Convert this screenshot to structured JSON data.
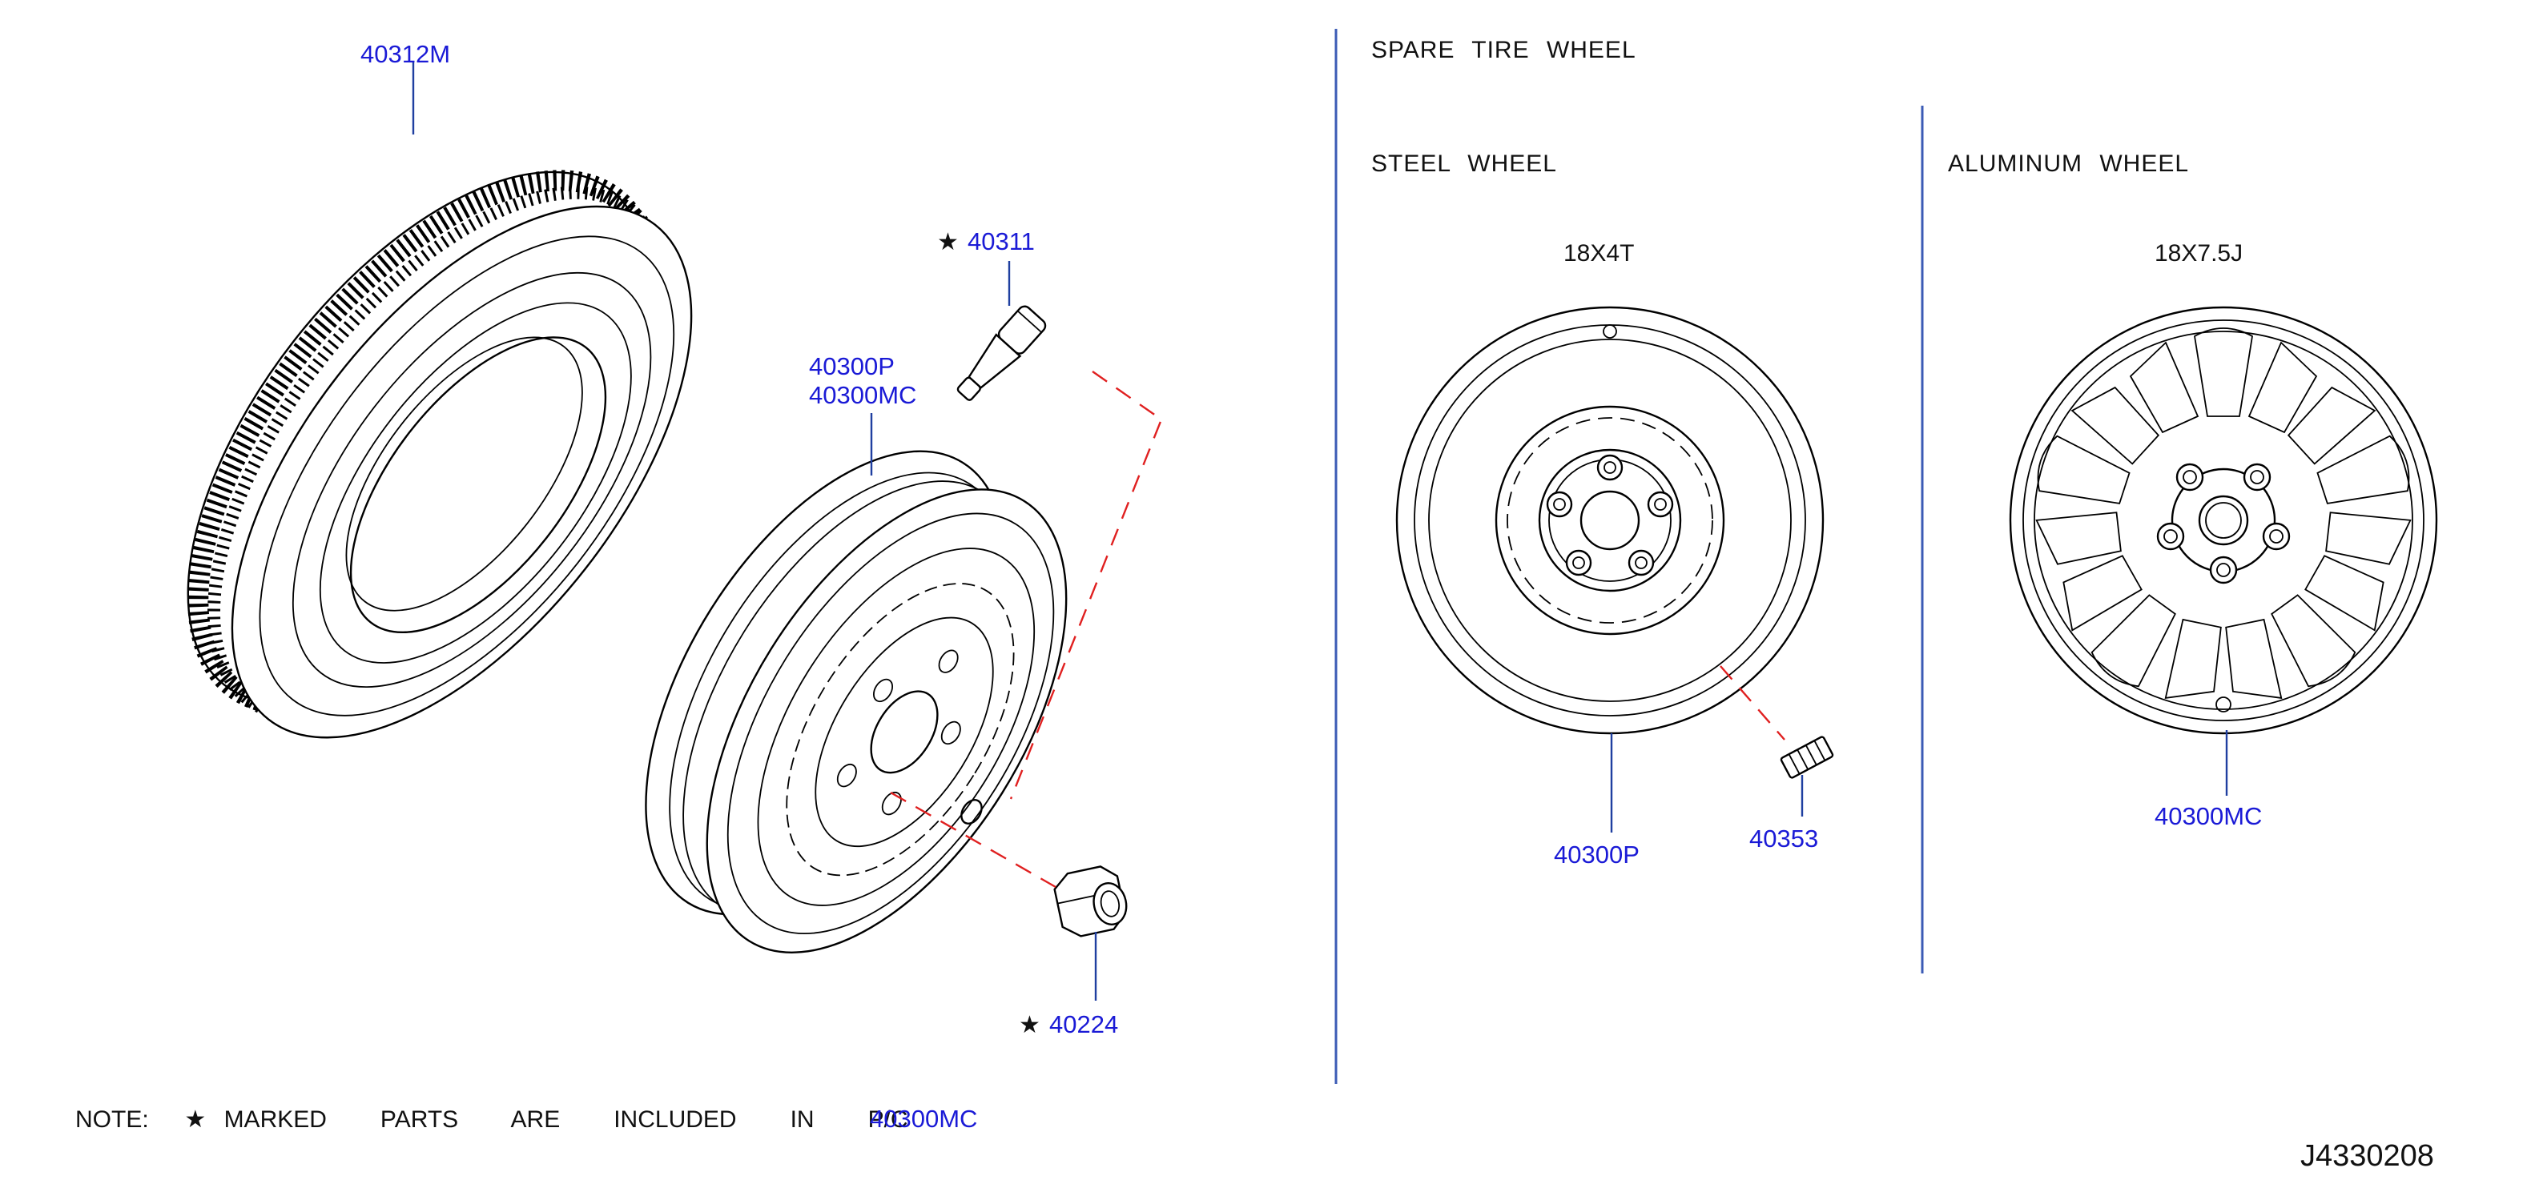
{
  "headings": {
    "spare_tire_wheel": "SPARE   TIRE   WHEEL",
    "steel_wheel": "STEEL   WHEEL",
    "aluminum_wheel": "ALUMINUM   WHEEL"
  },
  "sizes": {
    "steel": "18X4T",
    "aluminum": "18X7.5J"
  },
  "parts": {
    "tire": "40312M",
    "valve": "40311",
    "wheel_a": "40300P",
    "wheel_b": "40300MC",
    "nut": "40224",
    "steel_wheel": "40300P",
    "weight": "40353",
    "aluminum_wheel": "40300MC"
  },
  "star_symbol": "★",
  "note": {
    "text": "NOTE:  ★ MARKED   PARTS   ARE   INCLUDED   IN   P/C",
    "part": "40300MC"
  },
  "diagram_code": "J4330208",
  "colors": {
    "part_number": "#1a1ad6",
    "leader_line": "#1f3fa0",
    "dashed_line": "#e02020"
  }
}
